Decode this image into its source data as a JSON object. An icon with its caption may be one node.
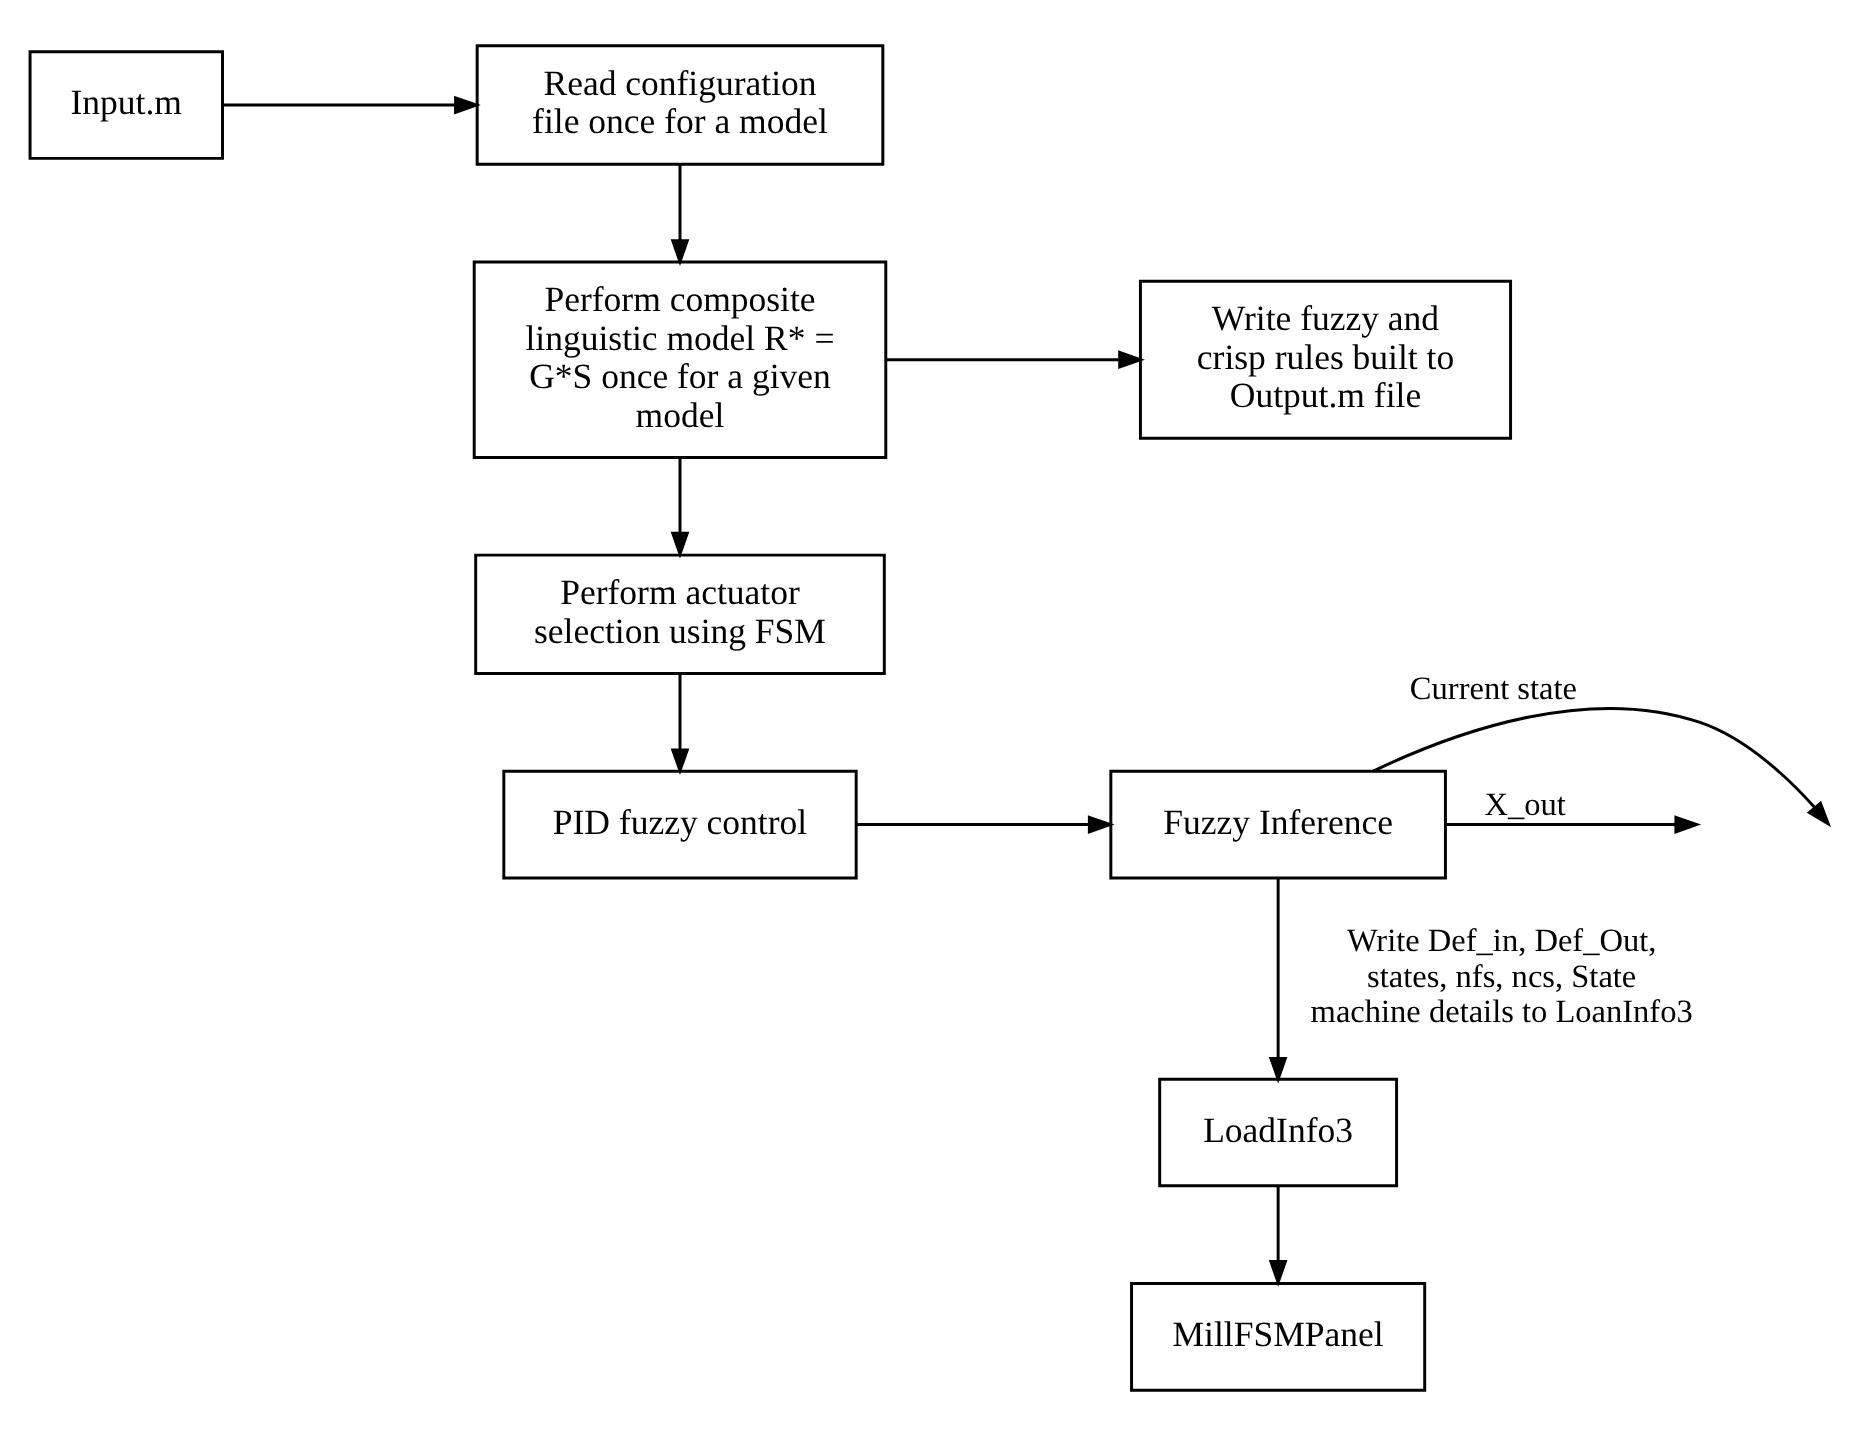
{
  "diagram": {
    "nodes": [
      {
        "text": [
          "Input.m"
        ]
      },
      {
        "text": [
          "Read configuration file once for a model"
        ]
      },
      {
        "text": [
          "Perform composite linguistic model R* = G*S once for a given model"
        ]
      },
      {
        "text": [
          "Write fuzzy and crisp rules built to Output.m file"
        ]
      },
      {
        "text": [
          "Perform actuator selection using FSM"
        ]
      },
      {
        "text": [
          "PID fuzzy control"
        ]
      },
      {
        "text": [
          "Fuzzy Inference"
        ]
      },
      {
        "text": [
          "LoadInfo3"
        ]
      },
      {
        "text": [
          "MillFSMPanel"
        ]
      }
    ],
    "edges": [
      {
        "from": 0,
        "to": 1,
        "arrow": "to"
      },
      {
        "from": 1,
        "to": 2,
        "arrow": "to"
      },
      {
        "from": 2,
        "to": 3,
        "arrow": "to"
      },
      {
        "from": 2,
        "to": 4,
        "arrow": "to"
      },
      {
        "from": 4,
        "to": 5,
        "arrow": "to"
      },
      {
        "from": 5,
        "to": 6,
        "arrow": "to"
      },
      {
        "from": 6,
        "to": null,
        "arrow": "to",
        "label": "Current state"
      },
      {
        "from": 6,
        "to": null,
        "arrow": "to",
        "label": "X_out"
      },
      {
        "from": 6,
        "to": 7,
        "arrow": "to",
        "label": "Write Def_in, Def_Out, states, nfs, ncs, State machine details to LoanInfo3"
      },
      {
        "from": 7,
        "to": 8,
        "arrow": "to"
      }
    ]
  }
}
